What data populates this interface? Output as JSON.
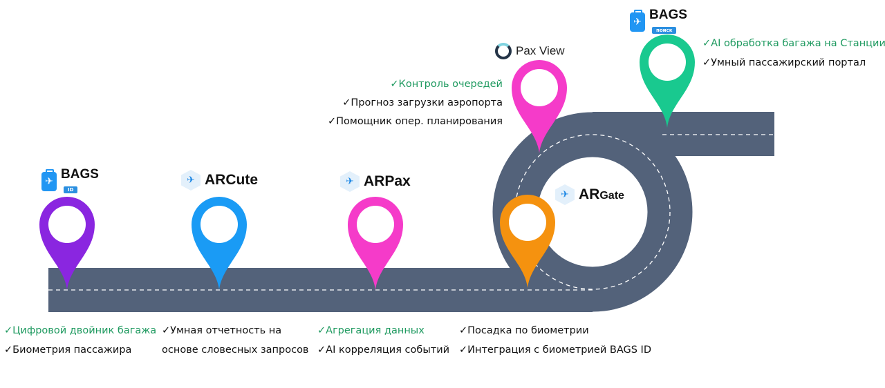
{
  "road_color": "#53627a",
  "pins": [
    {
      "name": "bags-id",
      "color": "#8a26e0"
    },
    {
      "name": "arcute",
      "color": "#1a9bf5"
    },
    {
      "name": "arpax",
      "color": "#f53bc9"
    },
    {
      "name": "argate",
      "color": "#f5920f"
    },
    {
      "name": "paxview",
      "color": "#f53bc9"
    },
    {
      "name": "bags-search",
      "color": "#19c98f"
    }
  ],
  "logos": {
    "bags_id": {
      "name": "BAGS",
      "sub": "ID",
      "icon": "suitcase-plane-icon"
    },
    "arcute": {
      "name": "ARCute",
      "icon": "hex-plane-icon"
    },
    "arpax": {
      "name": "ARPax",
      "icon": "hex-plane-icon"
    },
    "argate": {
      "name_a": "AR",
      "name_b": "Gate",
      "icon": "hex-plane-icon"
    },
    "paxview": {
      "name": "Pax View",
      "icon": "q-ring-icon"
    },
    "bags_search": {
      "name": "BAGS",
      "sub": "поиск",
      "icon": "suitcase-plane-icon"
    }
  },
  "features": {
    "bags_id": [
      "✓Цифровой двойник багажа",
      "✓Биометрия пассажира"
    ],
    "arcute": [
      "✓Умная отчетность на",
      "основе словесных запросов"
    ],
    "arpax": [
      "✓Агрегация данных",
      "✓AI корреляция событий"
    ],
    "argate": [
      "✓Посадка по биометрии",
      "✓Интеграция с биометрией BAGS ID"
    ],
    "paxview": [
      "✓Контроль очередей",
      "✓Прогноз загрузки аэропорта",
      "✓Помощник опер. планирования"
    ],
    "bags_search": [
      "✓AI обработка багажа на Станции",
      "✓Умный пассажирский портал"
    ]
  }
}
